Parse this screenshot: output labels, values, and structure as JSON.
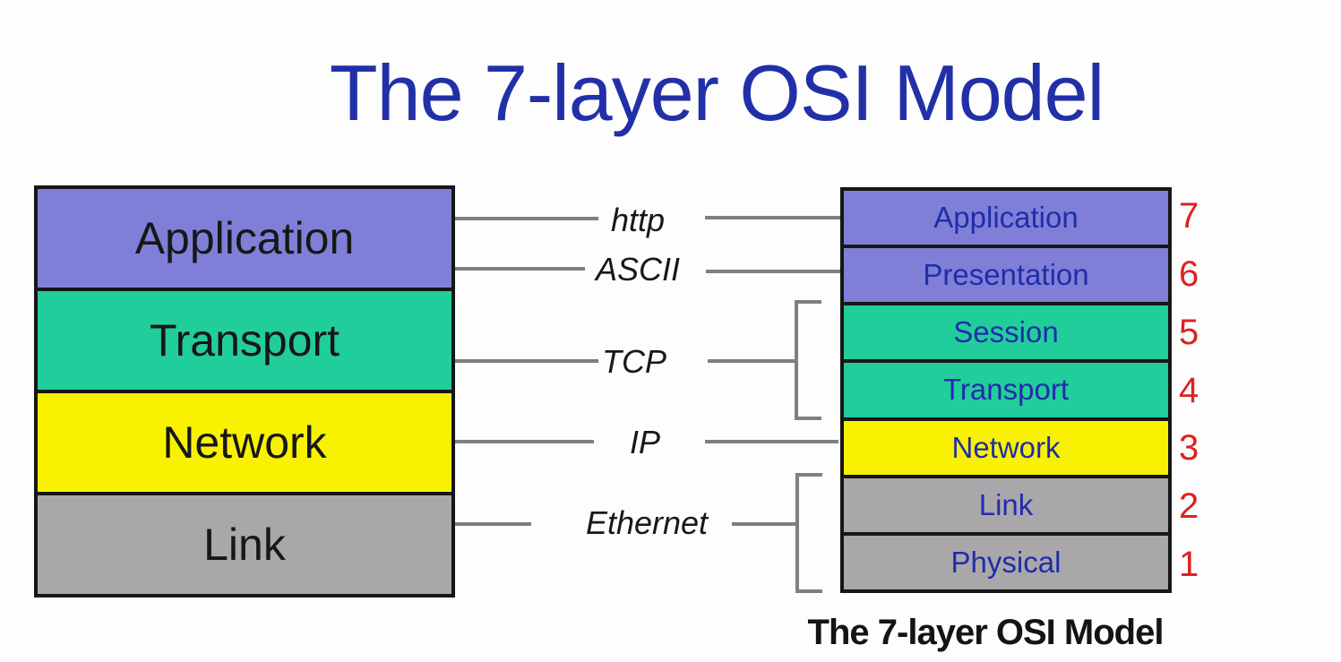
{
  "title": "The 7-layer OSI Model",
  "caption": "The 7-layer OSI Model",
  "colors": {
    "application_purple": "#807fd8",
    "transport_teal": "#22cd9c",
    "network_yellow": "#f8f200",
    "link_gray": "#aaa7aa",
    "box_border_black": "#161616",
    "connector_gray": "#7f7f7f",
    "title_blue": "#2230a8",
    "right_label_blue": "#1f2daa",
    "number_red": "#dd2222",
    "text_black": "#171717"
  },
  "left_stack": {
    "layers": [
      {
        "label": "Application",
        "color": "#807fd8"
      },
      {
        "label": "Transport",
        "color": "#22cd9c"
      },
      {
        "label": "Network",
        "color": "#f8f200"
      },
      {
        "label": "Link",
        "color": "#aaa7aa"
      }
    ]
  },
  "right_stack": {
    "layers": [
      {
        "label": "Application",
        "number": "7",
        "color": "#807fd8"
      },
      {
        "label": "Presentation",
        "number": "6",
        "color": "#807fd8"
      },
      {
        "label": "Session",
        "number": "5",
        "color": "#22cd9c"
      },
      {
        "label": "Transport",
        "number": "4",
        "color": "#22cd9c"
      },
      {
        "label": "Network",
        "number": "3",
        "color": "#f8f200"
      },
      {
        "label": "Link",
        "number": "2",
        "color": "#aaa7aa"
      },
      {
        "label": "Physical",
        "number": "1",
        "color": "#aaa7aa"
      }
    ]
  },
  "protocols": [
    {
      "label": "http"
    },
    {
      "label": "ASCII"
    },
    {
      "label": "TCP"
    },
    {
      "label": "IP"
    },
    {
      "label": "Ethernet"
    }
  ]
}
